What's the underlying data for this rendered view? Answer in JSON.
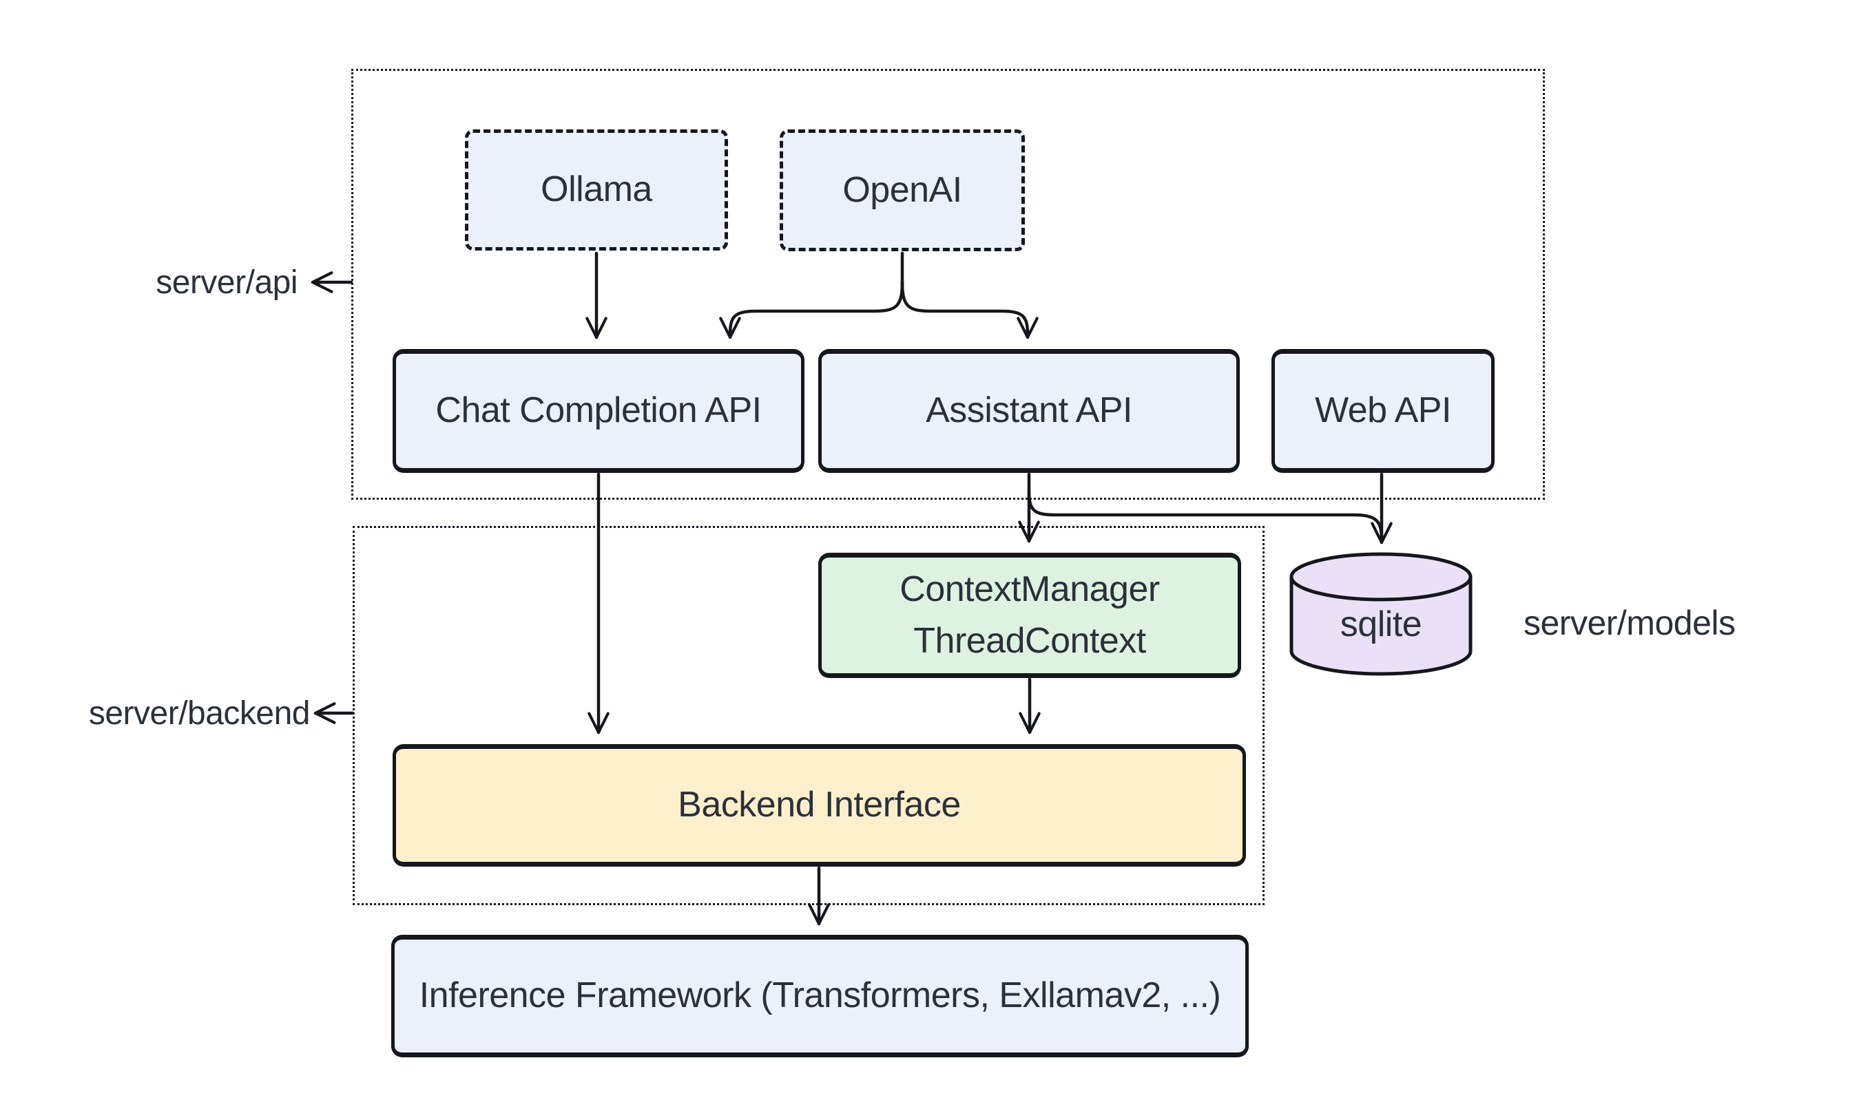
{
  "containers": {
    "api": {
      "label": "server/api"
    },
    "backend": {
      "label": "server/backend"
    },
    "models": {
      "label": "server/models"
    }
  },
  "nodes": {
    "ollama": {
      "label": "Ollama"
    },
    "openai": {
      "label": "OpenAI"
    },
    "chat_completion_api": {
      "label": "Chat Completion API"
    },
    "assistant_api": {
      "label": "Assistant API"
    },
    "web_api": {
      "label": "Web API"
    },
    "context_manager": {
      "lines": [
        "ContextManager",
        "ThreadContext"
      ]
    },
    "backend_interface": {
      "label": "Backend Interface"
    },
    "sqlite": {
      "label": "sqlite"
    },
    "inference_framework": {
      "label": "Inference Framework (Transformers, Exllamav2, ...)"
    }
  },
  "colors": {
    "node_blue": "#ECF0FA",
    "node_green": "#DDF2E0",
    "node_yellow": "#FCEFCB",
    "node_purple": "#EAE0F8",
    "stroke": "#15171c",
    "text": "#2b303a",
    "background": "#ffffff"
  }
}
